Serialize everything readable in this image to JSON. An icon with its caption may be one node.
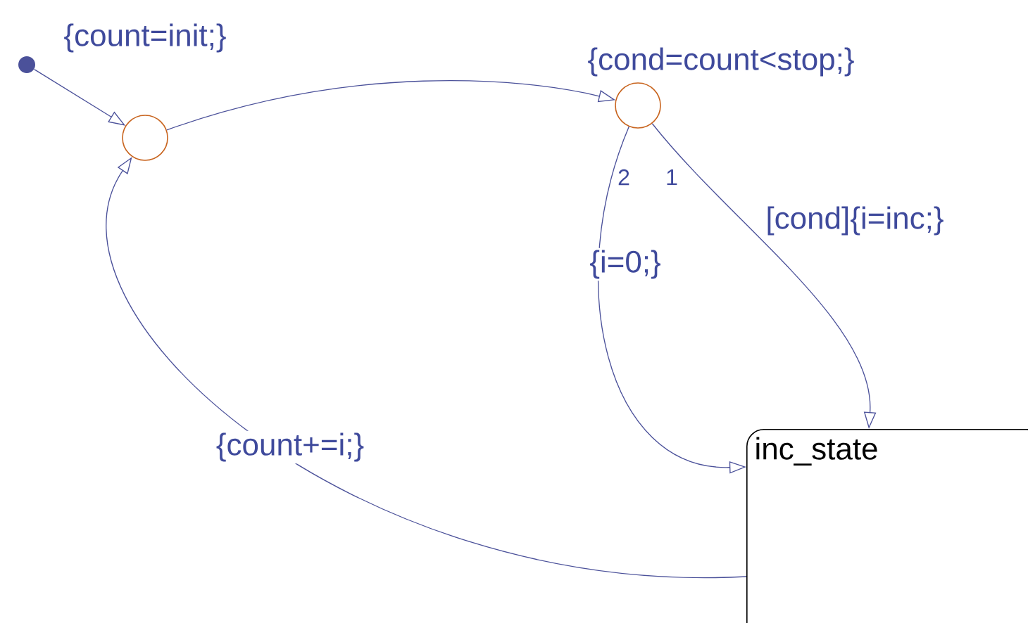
{
  "diagram": {
    "nodes": [
      {
        "text": [],
        "shape": "circle"
      },
      {
        "text": [],
        "shape": "circle"
      },
      {
        "text": [],
        "shape": "circle"
      },
      {
        "text": [
          "inc_state"
        ]
      }
    ],
    "edges": [
      {
        "from": 0,
        "to": 1,
        "arrow": "to",
        "label": "{count=init;}"
      },
      {
        "from": 1,
        "to": 2,
        "arrow": "to"
      },
      {
        "from": 2,
        "to": 3,
        "arrow": "to",
        "label": "[cond]{i=inc;}"
      },
      {
        "from": 2,
        "to": 3,
        "arrow": "to",
        "label": "{i=0;}"
      },
      {
        "from": 3,
        "to": 1,
        "arrow": "to",
        "label": "{count+=i;}"
      }
    ],
    "labels": [
      "{cond=count<stop;}",
      "2",
      "1"
    ]
  }
}
